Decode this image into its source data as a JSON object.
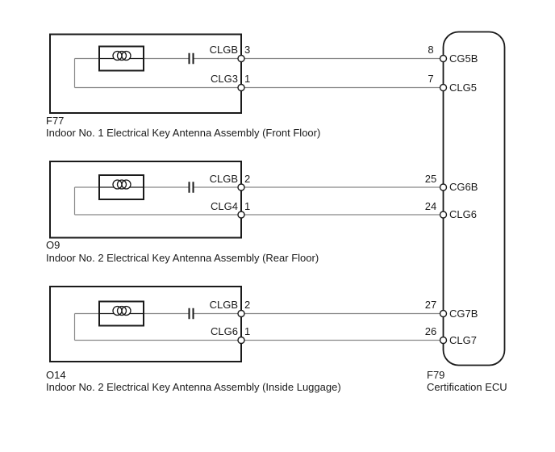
{
  "diagram": {
    "components": [
      {
        "id": "F77",
        "name": "Indoor No. 1 Electrical Key Antenna Assembly (Front Floor)",
        "pins": [
          {
            "label": "CLGB",
            "number": "3",
            "ecu_pin_number": "8",
            "ecu_pin_label": "CG5B"
          },
          {
            "label": "CLG3",
            "number": "1",
            "ecu_pin_number": "7",
            "ecu_pin_label": "CLG5"
          }
        ]
      },
      {
        "id": "O9",
        "name": "Indoor No. 2 Electrical Key Antenna Assembly (Rear Floor)",
        "pins": [
          {
            "label": "CLGB",
            "number": "2",
            "ecu_pin_number": "25",
            "ecu_pin_label": "CG6B"
          },
          {
            "label": "CLG4",
            "number": "1",
            "ecu_pin_number": "24",
            "ecu_pin_label": "CLG6"
          }
        ]
      },
      {
        "id": "O14",
        "name": "Indoor No. 2 Electrical Key Antenna Assembly (Inside Luggage)",
        "pins": [
          {
            "label": "CLGB",
            "number": "2",
            "ecu_pin_number": "27",
            "ecu_pin_label": "CG7B"
          },
          {
            "label": "CLG6",
            "number": "1",
            "ecu_pin_number": "26",
            "ecu_pin_label": "CLG7"
          }
        ]
      }
    ],
    "ecu": {
      "id": "F79",
      "name": "Certification ECU"
    },
    "colors": {
      "wire": "#888888",
      "outline": "#1a1a1a",
      "background": "#ffffff"
    }
  }
}
